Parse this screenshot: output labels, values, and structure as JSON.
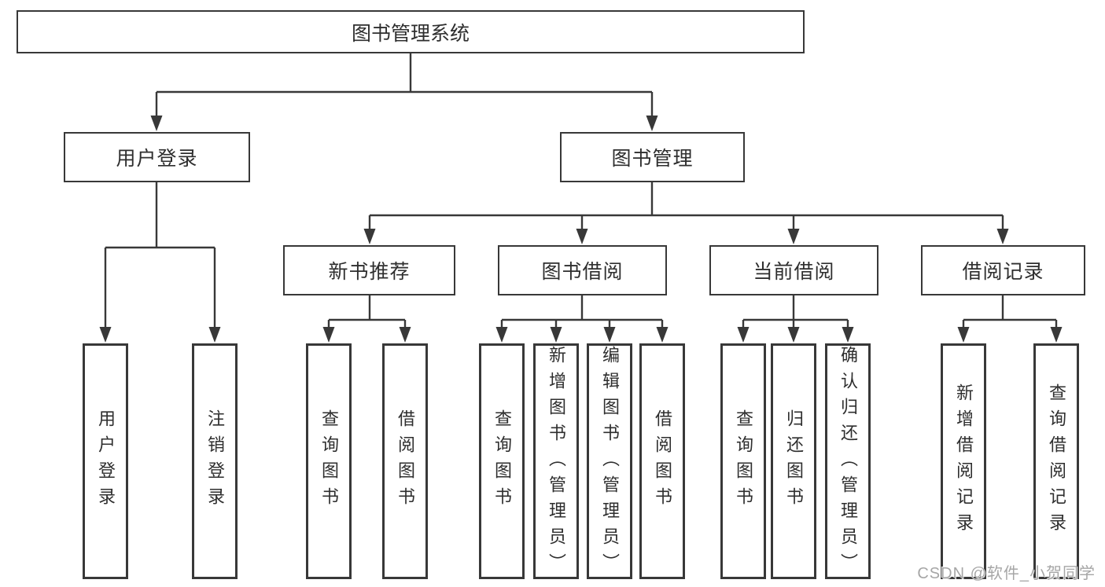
{
  "colors": {
    "line": "#383838",
    "text": "#2e2e2e",
    "box_bg": "#ffffff",
    "watermark": "#a6a6a6",
    "background": "#ffffff"
  },
  "nodes": {
    "root": "图书管理系统",
    "level2": [
      "用户登录",
      "图书管理"
    ],
    "level3": [
      "新书推荐",
      "图书借阅",
      "当前借阅",
      "借阅记录"
    ],
    "leaves_login": [
      "用户登录",
      "注销登录"
    ],
    "leaves_recommend": [
      "查询图书",
      "借阅图书"
    ],
    "leaves_borrow": [
      "查询图书",
      "新增图书（管理员）",
      "编辑图书（管理员）",
      "借阅图书"
    ],
    "leaves_current": [
      "查询图书",
      "归还图书",
      "确认归还（管理员）"
    ],
    "leaves_records": [
      "新增借阅记录",
      "查询借阅记录"
    ]
  },
  "watermark": "CSDN @软件_小贺同学"
}
